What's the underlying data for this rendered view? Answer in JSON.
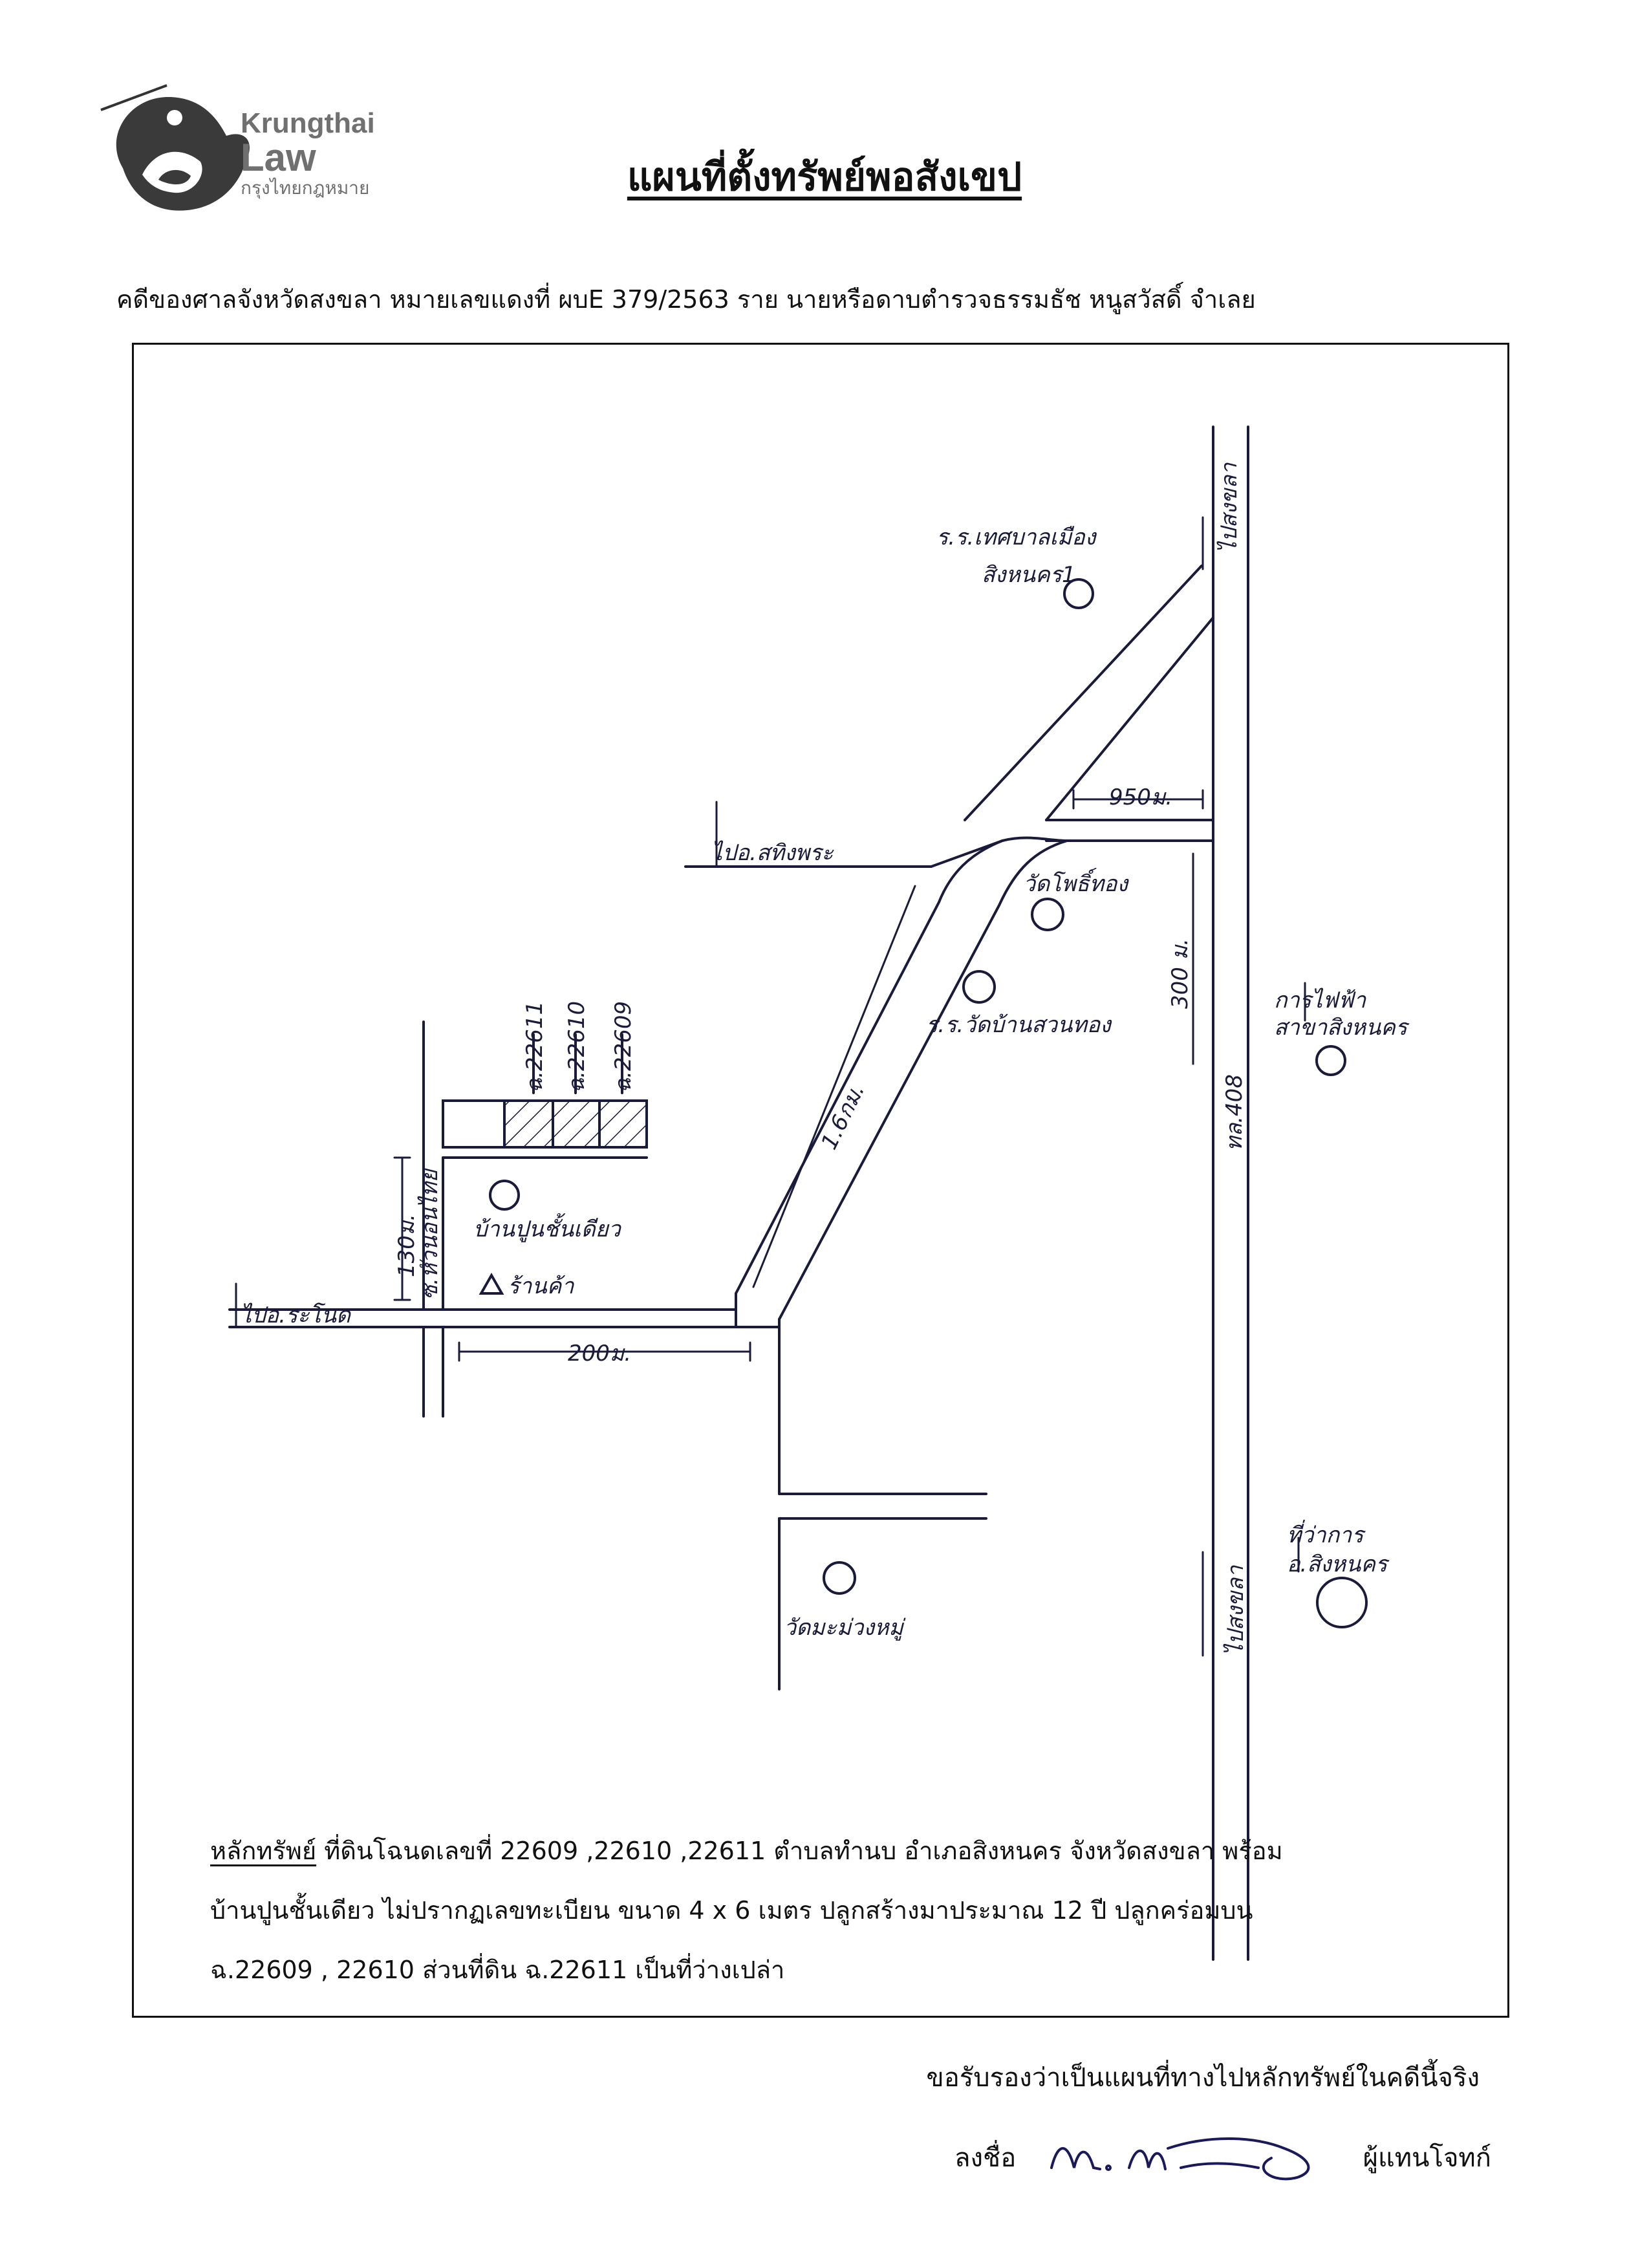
{
  "logo": {
    "brand_line1": "Krungthai",
    "brand_line2": "Law",
    "brand_thai": "กรุงไทยกฎหมาย",
    "icon": "garuda-logo-icon",
    "color": "#707070"
  },
  "title": "แผนที่ตั้งทรัพย์พอสังเขป",
  "case_line": "คดีของศาลจังหวัดสงขลา  หมายเลขแดงที่ ผบE 379/2563 ราย นายหรือดาบตำรวจธรรมธัช  หนูสวัสดิ์  จำเลย",
  "map": {
    "road_labels": {
      "to_songkhla_top": "ไปสงขลา",
      "to_satingpra": "ไปอ.สทิงพระ",
      "to_ranot": "ไปอ.ระโนด",
      "to_songkhla_bottom": "ไปสงขลา",
      "highway": "ทล.408",
      "soi": "ซ.หัวนอนไทย"
    },
    "places": {
      "school_top_l1": "ร.ร.เทศบาลเมือง",
      "school_top_l2": "สิงหนคร1",
      "wat_pho_thong": "วัดโพธิ์ทอง",
      "school_wat": "ร.ร.วัดบ้านสวนทอง",
      "wat_bottom": "วัดมะม่วงหมู่",
      "power_l1": "การไฟฟ้า",
      "power_l2": "สาขาสิงหนคร",
      "district_l1": "ที่ว่าการ",
      "district_l2": "อ.สิงหนคร",
      "house": "บ้านปูนชั้นเดียว",
      "shop": "ร้านค้า"
    },
    "distances": {
      "d950": "950ม.",
      "d300": "300 ม.",
      "d16": "1.6กม.",
      "d130": "130ม.",
      "d200": "200ม."
    },
    "parcels": [
      "ฉ.22611",
      "ฉ.22610",
      "ฉ.22609"
    ]
  },
  "asset": {
    "label": "หลักทรัพย์",
    "line1_rest": " ที่ดินโฉนดเลขที่ 22609 ,22610 ,22611  ตำบลทำนบ  อำเภอสิงหนคร จังหวัดสงขลา  พร้อม",
    "line2": "บ้านปูนชั้นเดียว ไม่ปรากฏเลขทะเบียน  ขนาด  4 x 6  เมตร ปลูกสร้างมาประมาณ  12  ปี ปลูกคร่อมบน",
    "line3": "ฉ.22609 , 22610 ส่วนที่ดิน ฉ.22611 เป็นที่ว่างเปล่า"
  },
  "certify": "ขอรับรองว่าเป็นแผนที่ทางไปหลักทรัพย์ในคดีนี้จริง",
  "sign_label": "ลงชื่อ",
  "signer_role": "ผู้แทนโจทก์"
}
